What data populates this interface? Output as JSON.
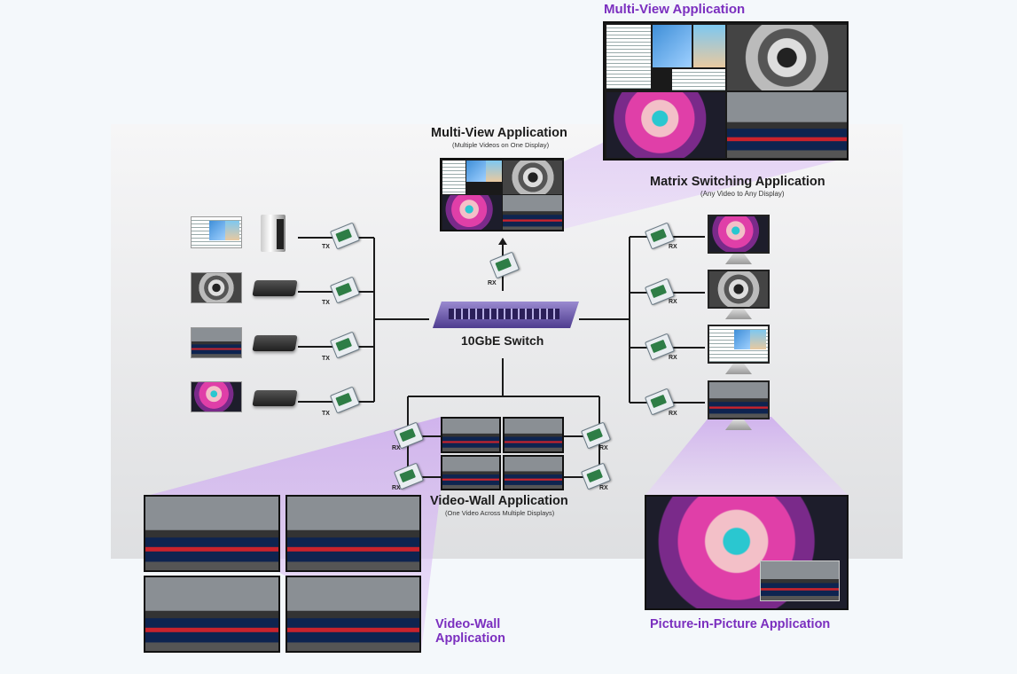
{
  "colors": {
    "accent": "#7b2fbf",
    "panel": "#e3e4e6",
    "line": "#1a1a1a",
    "highlight": "#d9b8f2"
  },
  "labels": {
    "mv_top_title": "Multi-View Application",
    "mv_center_title": "Multi-View Application",
    "mv_center_sub": "(Multiple Videos on One Display)",
    "matrix_title": "Matrix Switching Application",
    "matrix_sub": "(Any Video to Any Display)",
    "switch": "10GbE Switch",
    "vw_center_title": "Video-Wall Application",
    "vw_center_sub": "(One Video Across Multiple Displays)",
    "vw_bottom_line1": "Video-Wall",
    "vw_bottom_line2": "Application",
    "pip": "Picture-in-Picture Application",
    "tx": "TX",
    "rx": "RX"
  },
  "icons": [
    "transceiver-chip-icon",
    "video-encoder-icon",
    "pc-tower-icon",
    "network-switch-icon",
    "display-monitor-icon",
    "up-arrow-icon"
  ]
}
